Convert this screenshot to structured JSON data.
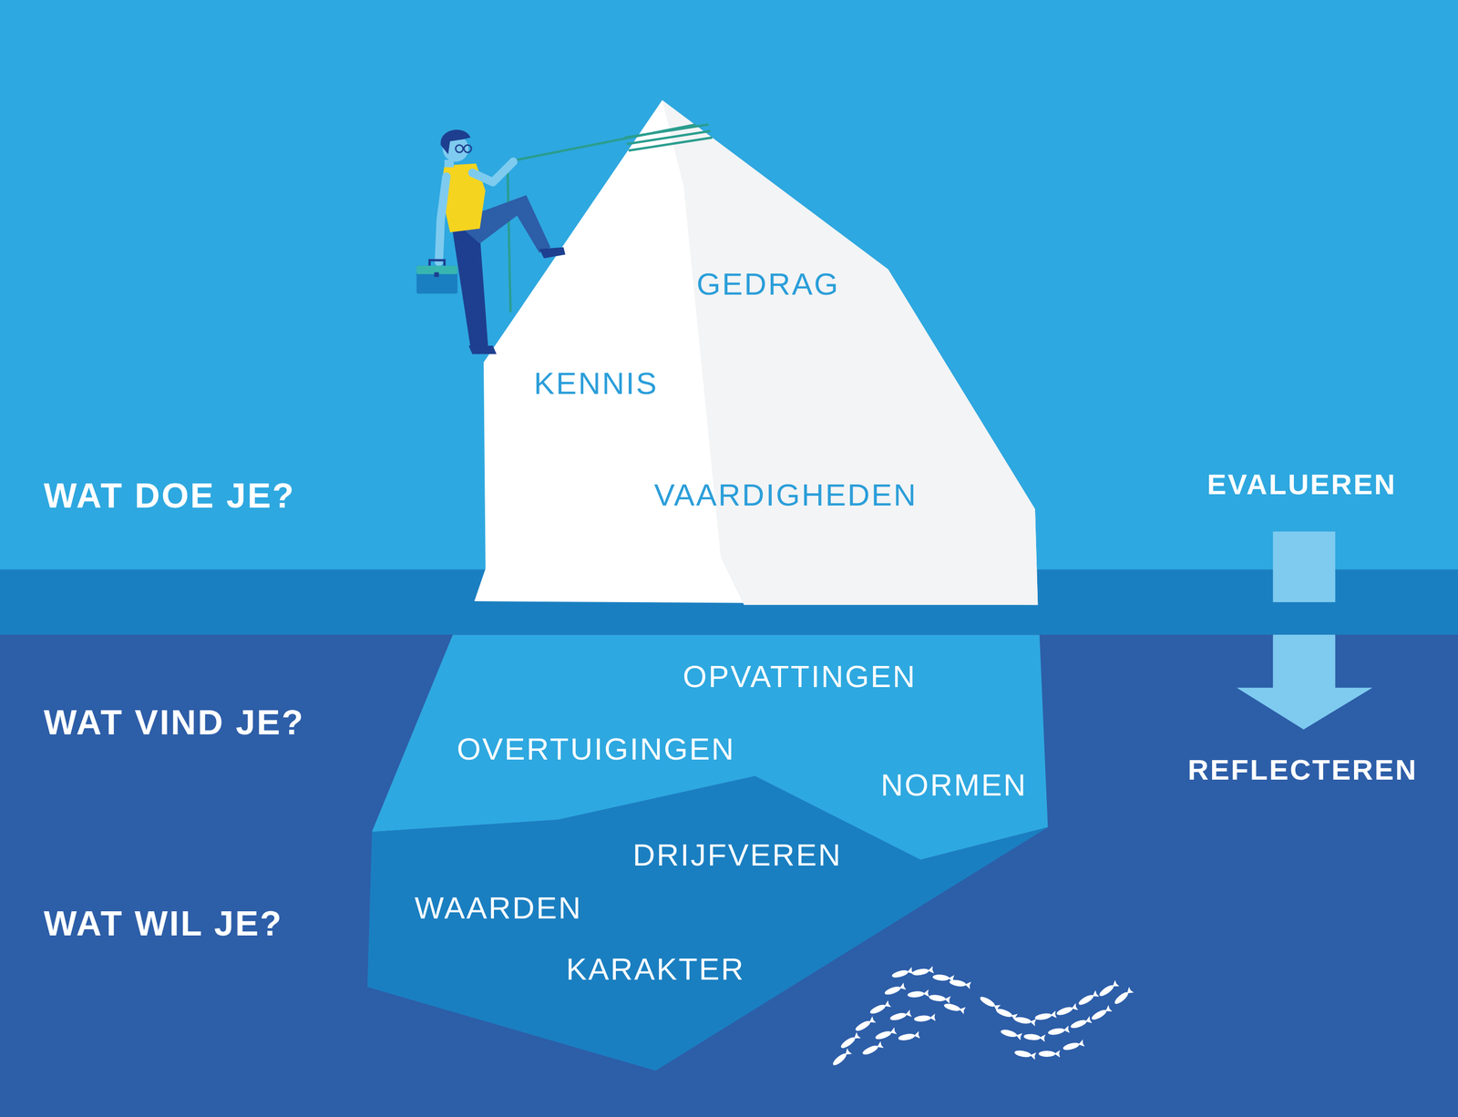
{
  "diagram": {
    "nodes": [
      {
        "text": [
          "GEDRAG",
          "KENNIS",
          "VAARDIGHEDEN"
        ]
      },
      {
        "text": [
          "OPVATTINGEN",
          "OVERTUIGINGEN",
          "NORMEN"
        ]
      },
      {
        "text": [
          "DRIJFVEREN",
          "WAARDEN",
          "KARAKTER"
        ]
      }
    ],
    "labels": [
      "WAT DOE JE?",
      "EVALUEREN",
      "WAT VIND JE?",
      "REFLECTEREN",
      "WAT WIL JE?"
    ]
  }
}
